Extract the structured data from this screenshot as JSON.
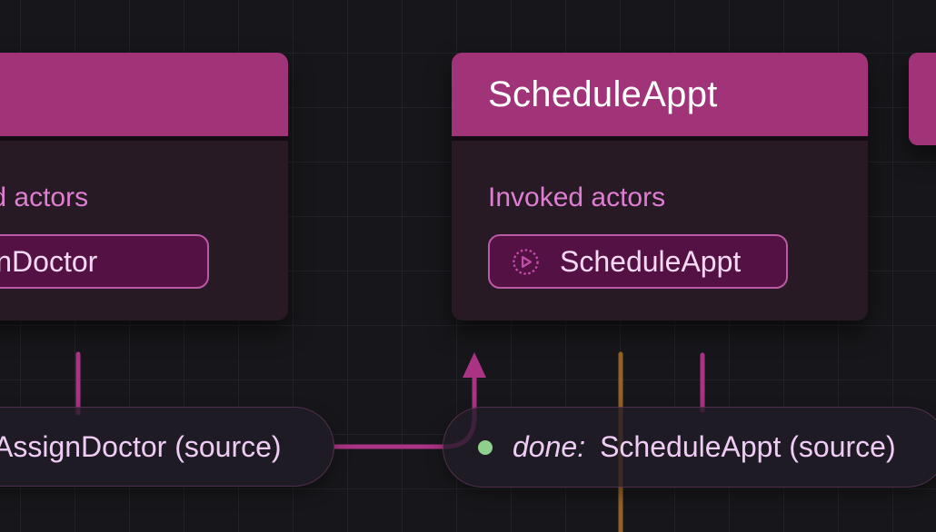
{
  "palette": {
    "canvas_bg": "#17171b",
    "grid_line": "#222228",
    "node_header_bg": "#a13478",
    "node_body_bg": "#281a25",
    "node_title_color": "#ffffff",
    "section_label_color": "#de7ed2",
    "actor_chip_bg": "#541143",
    "actor_chip_border": "#bb5aa4",
    "actor_chip_text": "#f5d9f5",
    "event_pill_text": "#eeccf4",
    "edge_color": "#aa3384",
    "timer_edge_color": "#946226",
    "done_dot_color": "#8ed08e"
  },
  "nodes": {
    "left": {
      "invoked_label": "Invoked actors",
      "actor_label": "AssignDoctor"
    },
    "center": {
      "title": "ScheduleAppt",
      "invoked_label": "Invoked actors",
      "actor_label": "ScheduleAppt"
    }
  },
  "events": {
    "assign_source": {
      "label": "AssignDoctor (source)"
    },
    "done_source": {
      "prefix": "done:",
      "label": "ScheduleAppt (source)"
    }
  }
}
